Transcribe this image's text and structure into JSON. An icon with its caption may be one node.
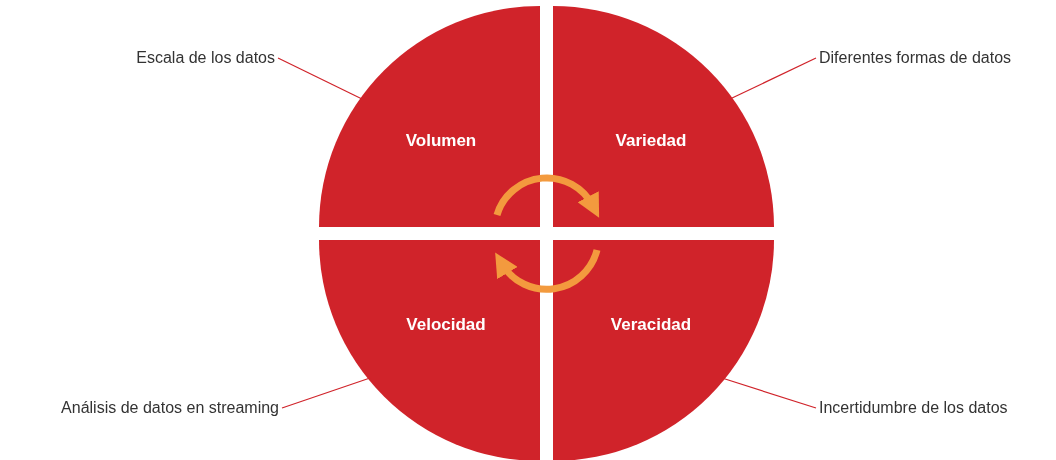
{
  "diagram": {
    "nodes": [
      {
        "text": [
          "Escala de los datos"
        ]
      },
      {
        "text": [
          "Diferentes formas de datos"
        ]
      },
      {
        "text": [
          "Volumen"
        ]
      },
      {
        "text": [
          "Variedad"
        ]
      },
      {
        "text": [
          "Velocidad"
        ]
      },
      {
        "text": [
          "Veracidad"
        ]
      },
      {
        "text": [
          "Análisis de datos en streaming"
        ]
      },
      {
        "text": [
          "Incertidumbre de los datos"
        ]
      }
    ],
    "edges": [
      {
        "from": 0,
        "to": 2,
        "arrow": "none"
      },
      {
        "from": 1,
        "to": 3,
        "arrow": "none"
      },
      {
        "from": 6,
        "to": 4,
        "arrow": "none"
      },
      {
        "from": 7,
        "to": 5,
        "arrow": "none"
      },
      {
        "from": 2,
        "to": 3,
        "arrow": "to",
        "style": "thick",
        "color": "#f39a3e"
      },
      {
        "from": 5,
        "to": 4,
        "arrow": "to",
        "style": "thick",
        "color": "#f39a3e"
      }
    ]
  }
}
